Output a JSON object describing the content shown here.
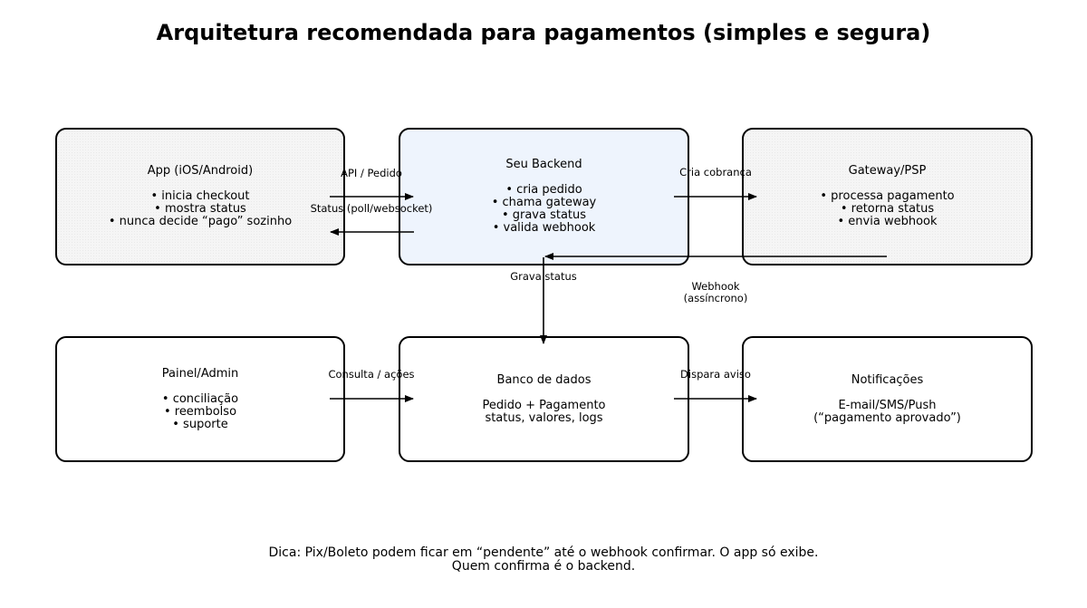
{
  "title": "Arquitetura recomendada para pagamentos (simples e segura)",
  "boxes": {
    "app": {
      "title": "App (iOS/Android)",
      "lines": [
        "• inicia checkout",
        "• mostra status",
        "• nunca decide “pago” sozinho"
      ]
    },
    "backend": {
      "title": "Seu Backend",
      "lines": [
        "• cria pedido",
        "• chama gateway",
        "• grava status",
        "• valida webhook"
      ]
    },
    "gateway": {
      "title": "Gateway/PSP",
      "lines": [
        "• processa pagamento",
        "• retorna status",
        "• envia webhook"
      ]
    },
    "admin": {
      "title": "Painel/Admin",
      "lines": [
        "• conciliação",
        "• reembolso",
        "• suporte"
      ]
    },
    "db": {
      "title": "Banco de dados",
      "lines": [
        "Pedido + Pagamento",
        "status, valores, logs"
      ]
    },
    "notify": {
      "title": "Notificações",
      "lines": [
        "E-mail/SMS/Push",
        "(“pagamento aprovado”)"
      ]
    }
  },
  "edges": {
    "api_pedido": "API / Pedido",
    "status_poll": "Status (poll/websocket)",
    "cria_cobranca": "Cria cobrança",
    "webhook_line1": "Webhook",
    "webhook_line2": "(assíncrono)",
    "grava_status": "Grava status",
    "consulta_acoes": "Consulta / ações",
    "dispara_aviso": "Dispara aviso"
  },
  "footer": {
    "line1": "Dica: Pix/Boleto podem ficar em “pendente” até o webhook confirmar. O app só exibe.",
    "line2": "Quem confirma é o backend."
  },
  "colors": {
    "grey_fill": "#f5f5f5",
    "backend_fill": "#eef4fd",
    "white_fill": "#ffffff",
    "stroke": "#000000"
  }
}
